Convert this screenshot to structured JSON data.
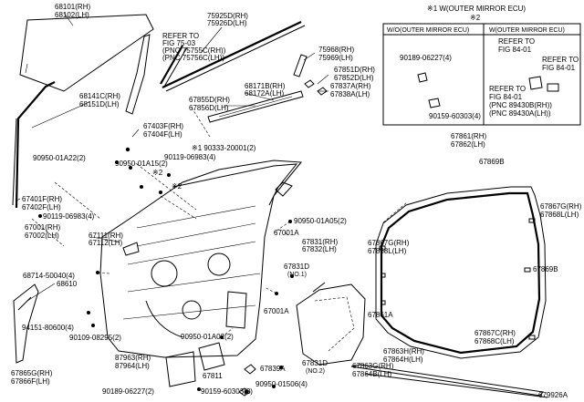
{
  "labels": {
    "l68101": "68101(RH)",
    "l68102": "68102(LH)",
    "l75925": "75925D(RH)",
    "l75926": "75926D(LH)",
    "refer1": "REFER TO",
    "refer1b": "FIG 75-03",
    "refer1c": "(PNC 75755C(RH))",
    "refer1d": "(PNC 75756C(LH))",
    "l75968": "75968(RH)",
    "l75969": "75969(LH)",
    "l67851": "67851D(RH)",
    "l67852": "67852D(LH)",
    "l68141": "68141C(RH)",
    "l68151": "68151D(LH)",
    "l67855": "67855D(RH)",
    "l67856": "67856D(LH)",
    "l68171": "68171B(RH)",
    "l68172": "68172A(LH)",
    "l67837": "67837A(RH)",
    "l67838": "67838A(LH)",
    "l67403": "67403F(RH)",
    "l67404": "67404F(LH)",
    "l90119a": "90119-06983(4)",
    "l90333": "※1 90333-20001(2)",
    "l90950a": "90950-01A22(2)",
    "l90950b": "90950-01A15(2)",
    "star2a": "※2",
    "star2b": "※2",
    "l67401": "67401F(RH)",
    "l67402": "67402F(LH)",
    "l90119b": "90119-06983(4)",
    "l67001": "67001(RH)",
    "l67002": "67002(LH)",
    "l67111": "67111(RH)",
    "l67112": "67112(LH)",
    "l90950c": "90950-01A05(2)",
    "l67001A1": "67001A",
    "l67831": "67831(RH)",
    "l67832": "67832(LH)",
    "l68714": "68714-50040(4)",
    "l68610": "68610",
    "l67831D1": "67831D",
    "no1": "(NO.1)",
    "l67001A2": "67001A",
    "l94151": "94151-80600(4)",
    "l90109": "90109-08295(2)",
    "l90950d": "90950-01A02(2)",
    "l87963": "87963(RH)",
    "l87964": "87964(LH)",
    "l67839": "67839A",
    "l67811": "67811",
    "l90950e": "90950-01506(4)",
    "l67831D2": "67831D",
    "no2": "(NO.2)",
    "l67865": "67865G(RH)",
    "l67866": "67866F(LH)",
    "l90189b": "90189-06227(2)",
    "l90159b": "90159-60303(2)",
    "inset_title": "※1 W(OUTER MIRROR ECU)",
    "inset_star2": "※2",
    "inset_wo": "W/O(OUTER MIRROR ECU)",
    "inset_w": "W(OUTER MIRROR ECU)",
    "inset_90189": "90189-06227(4)",
    "inset_90159": "90159-60303(4)",
    "inset_ref1": "REFER TO",
    "inset_ref1b": "FIG 84-01",
    "inset_ref2": "REFER TO",
    "inset_ref2b": "FIG 84-01",
    "inset_ref3": "REFER TO",
    "inset_ref3b": "FIG 84-01",
    "inset_ref3c": "(PNC 89430B(RH))",
    "inset_ref3d": "(PNC 89430A(LH))",
    "l67861": "67861(RH)",
    "l67862": "67862(LH)",
    "l67869B1": "67869B",
    "l67867G": "67867G(RH)",
    "l67868L1": "67868L(LH)",
    "l67867Ga": "67867G(RH)",
    "l67868La": "67868L(LH)",
    "l67869B2": "67869B",
    "l67861A": "67861A",
    "l67867C": "67867C(RH)",
    "l67868C": "67868C(LH)",
    "l67863": "67863H(RH)",
    "l67864": "67864H(LH)",
    "l67863G": "67863G(RH)",
    "l67864B": "67864B(LH)",
    "figno": "679926A"
  }
}
